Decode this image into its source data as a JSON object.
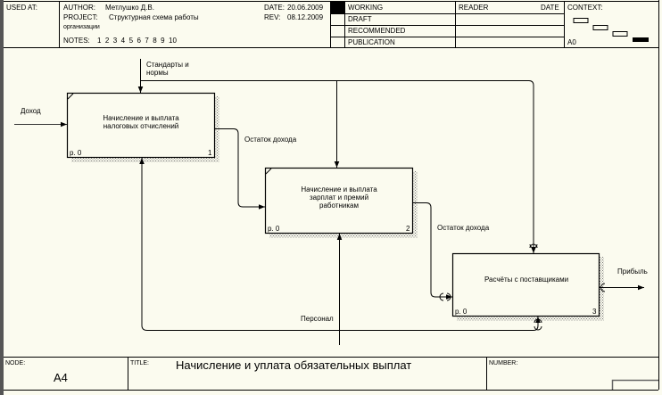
{
  "header": {
    "used_at_label": "USED AT:",
    "author_label": "AUTHOR:",
    "author": "Метлушко Д.В.",
    "project_label": "PROJECT:",
    "project_line1": "Структурная схема работы",
    "project_line2": "организации",
    "date_label": "DATE:",
    "date": "20.06.2009",
    "rev_label": "REV:",
    "rev": "08.12.2009",
    "notes_label": "NOTES:",
    "notes": "1  2  3  4  5  6  7  8  9  10",
    "status_rows": [
      "WORKING",
      "DRAFT",
      "RECOMMENDED",
      "PUBLICATION"
    ],
    "active_status": "WORKING",
    "reader_label": "READER",
    "reader_date_label": "DATE",
    "context_label": "CONTEXT:",
    "context_node": "A0"
  },
  "diagram": {
    "boxes": [
      {
        "number": "1",
        "line1": "Начисление и выплата",
        "line2": "налоговых отчислений",
        "line3": "",
        "ref": "р. 0"
      },
      {
        "number": "2",
        "line1": "Начисление и выплата",
        "line2": "зарплат и премий",
        "line3": "работникам",
        "ref": "р. 0"
      },
      {
        "number": "3",
        "line1": "Расчёты с поставщиками",
        "line2": "",
        "line3": "",
        "ref": "р. 0"
      }
    ],
    "arrows": {
      "input_income": "Доход",
      "control_standards_line1": "Стандарты и",
      "control_standards_line2": "нормы",
      "remainder_1": "Остаток дохода",
      "remainder_2": "Остаток дохода",
      "output_profit": "Прибыль",
      "mechanism_staff": "Персонал"
    }
  },
  "footer": {
    "node_label": "NODE:",
    "node": "A4",
    "title_label": "TITLE:",
    "title": "Начисление и уплата обязательных выплат",
    "number_label": "NUMBER:"
  },
  "colors": {
    "background": "#fbfbef",
    "line": "#000000",
    "frame_left": "#555555",
    "shadow": "#888888"
  }
}
